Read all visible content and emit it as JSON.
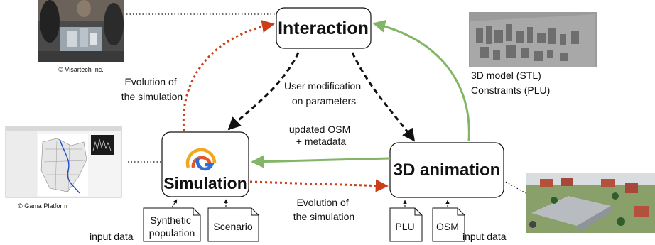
{
  "nodes": {
    "interaction": "Interaction",
    "simulation": "Simulation",
    "animation": "3D animation"
  },
  "edge_labels": {
    "evolution_left": [
      "Evolution of",
      "the simulation"
    ],
    "user_modification": [
      "User modification",
      "on parameters"
    ],
    "updated_osm": [
      "updated OSM",
      "+ metadata"
    ],
    "evolution_bottom": [
      "Evolution of",
      "the simulation"
    ],
    "model_info": [
      "3D model (STL)",
      "Constraints (PLU)"
    ]
  },
  "inputs": {
    "synthetic": [
      "Synthetic",
      "population"
    ],
    "scenario": "Scenario",
    "plu": "PLU",
    "osm": "OSM",
    "input_label_left": "input data",
    "input_label_right": "input data"
  },
  "captions": {
    "visartech": "© Visartech Inc.",
    "gama": "© Gama Platform"
  },
  "icons": {
    "logo": "gama-logo-icon",
    "photos": [
      "visartech-photo",
      "gama-map-screenshot",
      "3d-city-model",
      "3d-city-render"
    ]
  },
  "colors": {
    "dashed_orange": "#cc3d1a",
    "dashed_black": "#111111",
    "green": "#82b566"
  }
}
